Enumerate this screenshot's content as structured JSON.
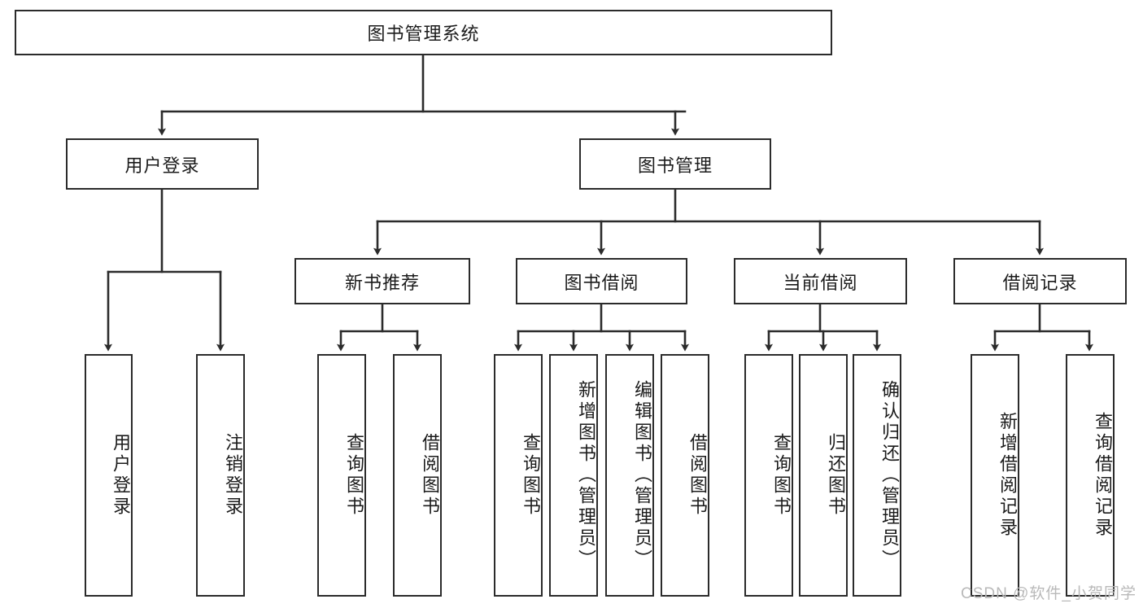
{
  "diagram": {
    "title": "图书管理系统",
    "type": "hierarchy-tree",
    "watermark": "CSDN @软件_小贺同学",
    "colors": {
      "stroke": "#2b2b2b",
      "fill": "#ffffff",
      "text": "#1b1b1b",
      "watermark": "#b9b9b9"
    },
    "root": {
      "label": "图书管理系统"
    },
    "level2": [
      {
        "label": "用户登录"
      },
      {
        "label": "图书管理"
      }
    ],
    "level3": [
      {
        "label": "新书推荐"
      },
      {
        "label": "图书借阅"
      },
      {
        "label": "当前借阅"
      },
      {
        "label": "借阅记录"
      }
    ],
    "leaves": {
      "user_login": [
        {
          "label": "用户登录"
        },
        {
          "label": "注销登录"
        }
      ],
      "new_book_recommend": [
        {
          "label": "查询图书"
        },
        {
          "label": "借阅图书"
        }
      ],
      "book_borrow": [
        {
          "label": "查询图书"
        },
        {
          "label": "新增图书（管理员）"
        },
        {
          "label": "编辑图书（管理员）"
        },
        {
          "label": "借阅图书"
        }
      ],
      "current_borrow": [
        {
          "label": "查询图书"
        },
        {
          "label": "归还图书"
        },
        {
          "label": "确认归还（管理员）"
        }
      ],
      "borrow_record": [
        {
          "label": "新增借阅记录"
        },
        {
          "label": "查询借阅记录"
        }
      ]
    }
  }
}
